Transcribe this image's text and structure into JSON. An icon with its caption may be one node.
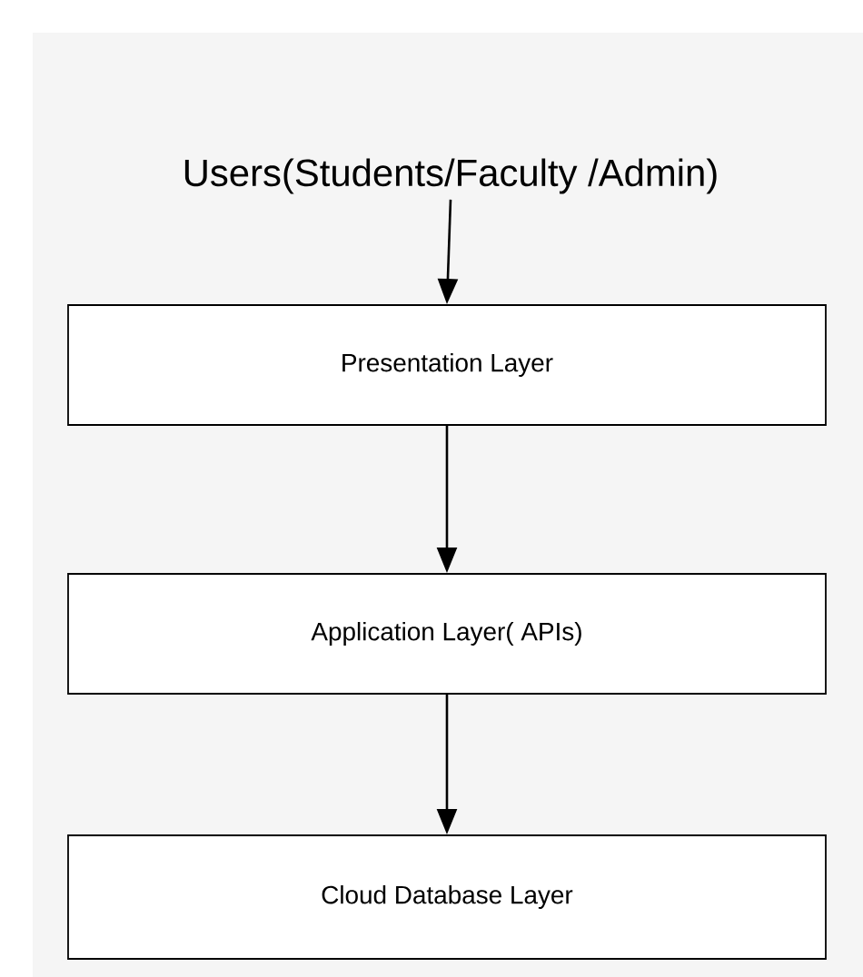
{
  "diagram": {
    "nodes": [
      {
        "text": [
          "Users(Students/Faculty /Admin)"
        ]
      },
      {
        "text": [
          "Presentation Layer"
        ]
      },
      {
        "text": [
          "Application Layer( APIs)"
        ]
      },
      {
        "text": [
          "Cloud Database Layer"
        ]
      }
    ],
    "edges": [
      {
        "from": 0,
        "to": 1,
        "arrow": "to"
      },
      {
        "from": 1,
        "to": 2,
        "arrow": "to"
      },
      {
        "from": 2,
        "to": 3,
        "arrow": "to"
      }
    ]
  }
}
